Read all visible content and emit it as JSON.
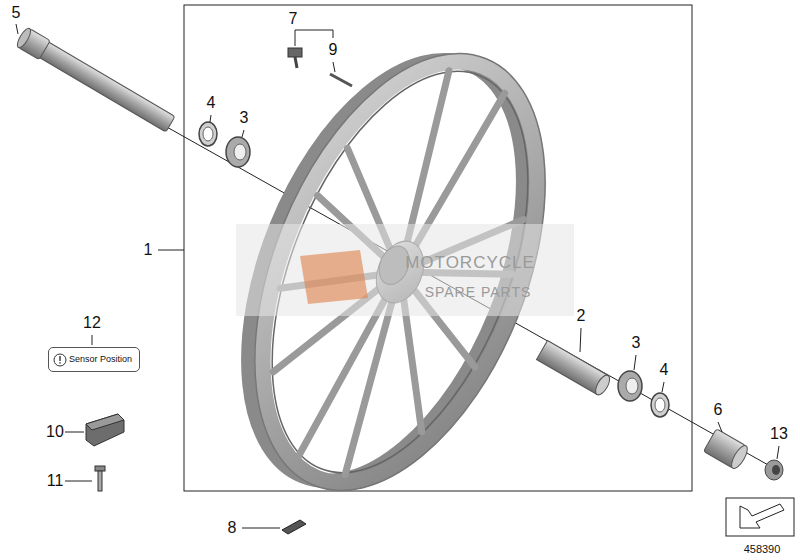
{
  "diagram": {
    "nodes": [
      {
        "text": [
          "Sensor Position"
        ]
      }
    ],
    "labels": [
      "5",
      "7",
      "9",
      "4",
      "3",
      "1",
      "12",
      "10",
      "11",
      "8",
      "2",
      "3",
      "4",
      "6",
      "13",
      "458390",
      "MOTORCYCLE",
      "SPARE PARTS"
    ]
  }
}
